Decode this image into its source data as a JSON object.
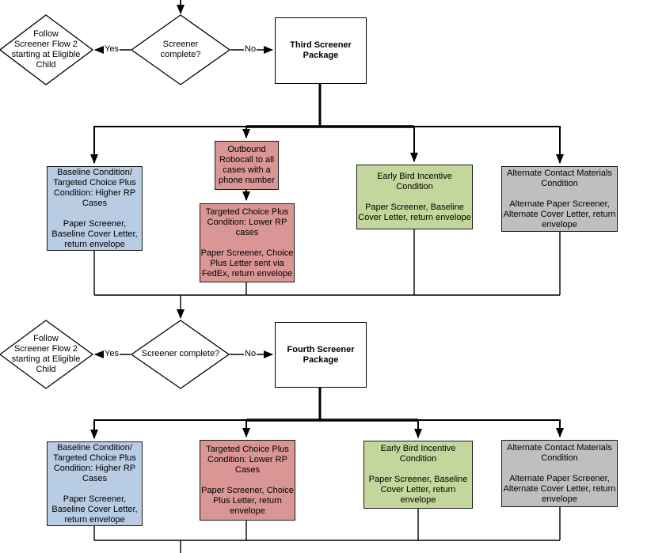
{
  "diagram": {
    "decision_yes": "Yes",
    "decision_no": "No",
    "follow_diamond": "Follow\nScreener Flow 2\nstarting at Eligible\nChild",
    "round3": {
      "question": "Screener\ncomplete?",
      "package": "Third Screener\nPackage",
      "robocall": "Outbound\nRobocall to all\ncases with a\nphone number",
      "baseline": "Baseline Condition/\nTargeted Choice Plus\nCondition: Higher RP\nCases\n\nPaper Screener,\nBaseline Cover Letter,\nreturn envelope",
      "targeted": "Targeted Choice Plus\nCondition: Lower RP\ncases\n\nPaper Screener, Choice\nPlus Letter sent via\nFedEx, return envelope",
      "early_bird": "Early Bird Incentive\nCondition\n\nPaper Screener, Baseline\nCover Letter, return envelope",
      "alternate": "Alternate Contact Materials\nCondition\n\nAlternate Paper Screener,\nAlternate Cover Letter, return\nenvelope"
    },
    "round4": {
      "question": "Screener complete?",
      "package": "Fourth Screener\nPackage",
      "baseline": "Baseline Condition/\nTargeted Choice Plus\nCondition: Higher RP\nCases\n\nPaper Screener,\nBaseline Cover Letter,\nreturn envelope",
      "targeted": "Targeted Choice Plus\nCondition: Lower RP\nCases\n\nPaper Screener, Choice\nPlus Letter, return\nenvelope",
      "early_bird": "Early Bird Incentive\nCondition\n\nPaper Screener, Baseline\nCover Letter, return\nenvelope",
      "alternate": "Alternate Contact Materials\nCondition\n\nAlternate Paper Screener,\nAlternate Cover Letter, return\nenvelope"
    },
    "colors": {
      "baseline_blue": "#B8CCE4",
      "targeted_red": "#D99694",
      "early_bird_green": "#C3D69B",
      "alternate_gray": "#BFBFBF",
      "line_black": "#000000"
    }
  }
}
